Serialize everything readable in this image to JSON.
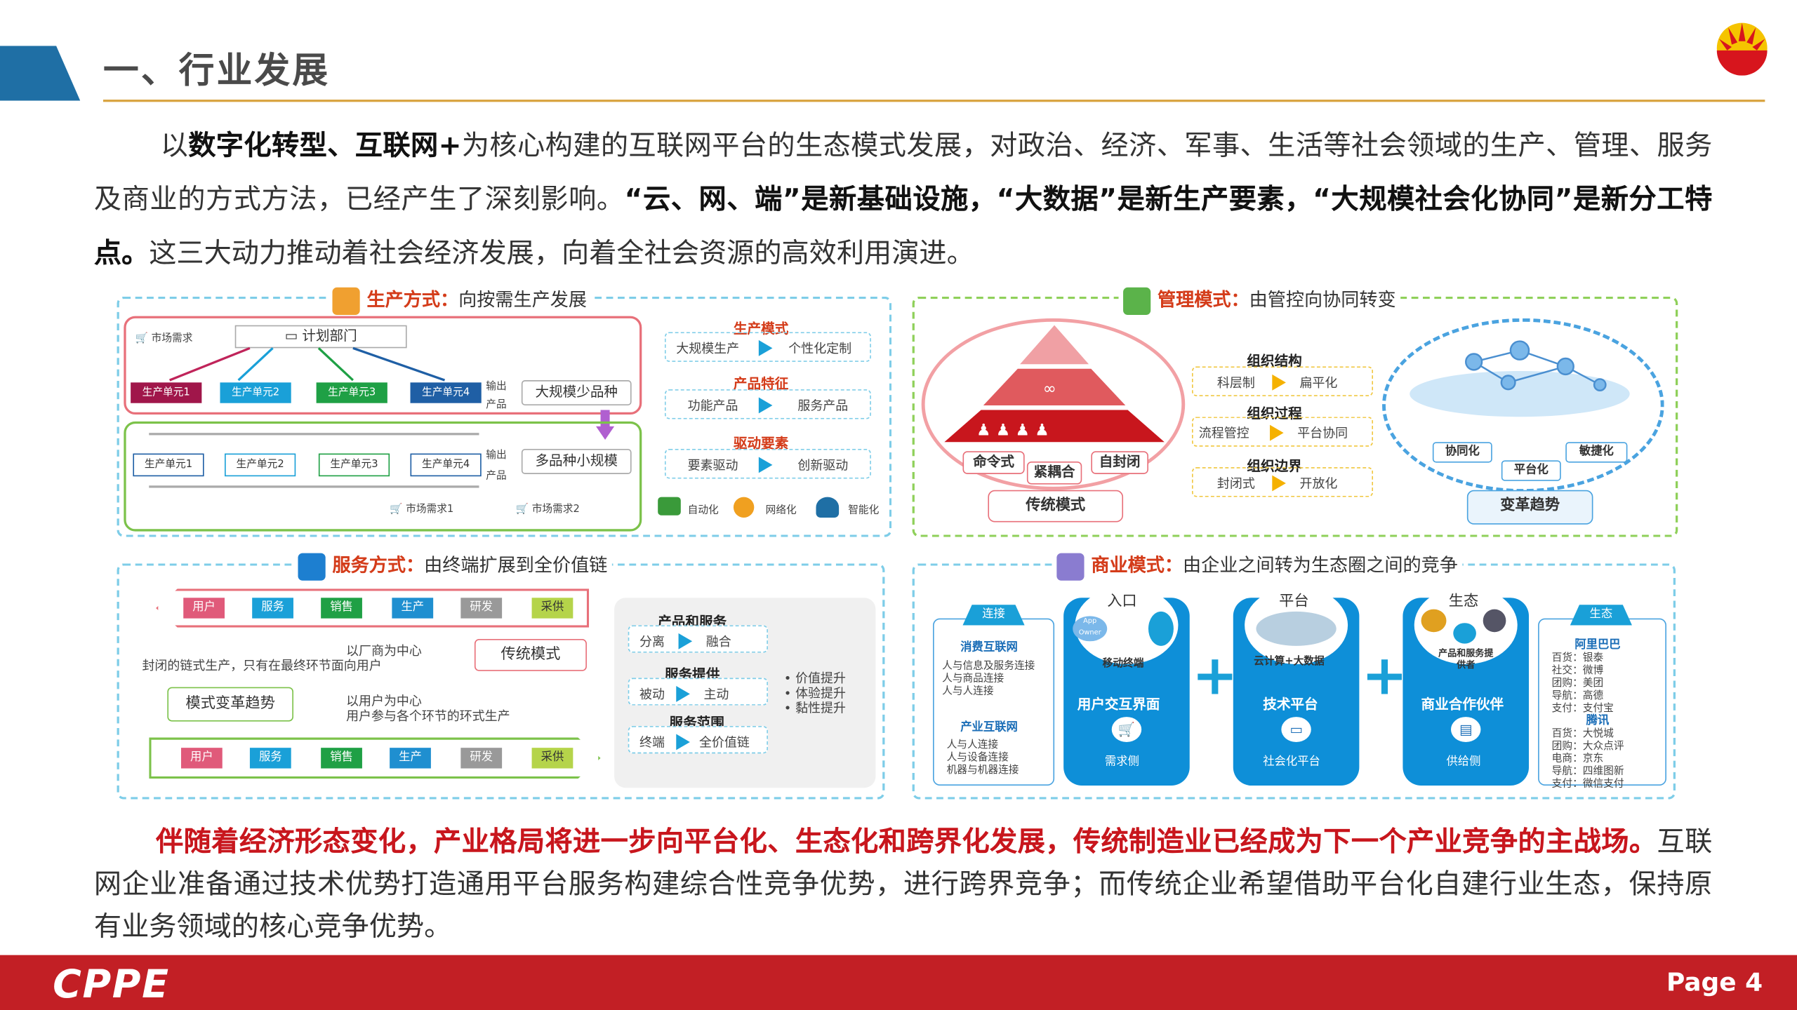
{
  "header": {
    "title": "一、行业发展"
  },
  "intro": {
    "t1": "以",
    "b1": "数字化转型、互联网+",
    "t2": "为核心构建的互联网平台的生态模式发展，对政治、经济、军事、生活等社会领域的生产、管理、服务及商业的方式方法，已经产生了深刻影响。",
    "b2": "“云、网、端”是新基础设施，“大数据”是新生产要素，“大规模社会化协同”是新分工特点。",
    "t3": "这三大动力推动着社会经济发展，向着全社会资源的高效利用演进。"
  },
  "production": {
    "title_bold": "生产方式：",
    "title_rest": "向按需生产发展",
    "market_demand": "市场需求",
    "planning_dept": "计划部门",
    "units": [
      "生产单元1",
      "生产单元2",
      "生产单元3",
      "生产单元4"
    ],
    "output": "输出",
    "product": "产品",
    "mass_small_variety": "大规模少品种",
    "multi_small_batch": "多品种小规模",
    "market_demand1": "市场需求1",
    "market_demand2": "市场需求2",
    "mode_label": "生产模式",
    "mode_from": "大规模生产",
    "mode_to": "个性化定制",
    "feature_label": "产品特征",
    "feature_from": "功能产品",
    "feature_to": "服务产品",
    "driver_label": "驱动要素",
    "driver_from": "要素驱动",
    "driver_to": "创新驱动",
    "auto": "自动化",
    "network": "网络化",
    "smart": "智能化"
  },
  "management": {
    "title_bold": "管理模式：",
    "title_rest": "由管控向协同转变",
    "command": "命令式",
    "tight": "紧耦合",
    "closed": "自封闭",
    "traditional": "传统模式",
    "org_structure": "组织结构",
    "org_from": "科层制",
    "org_to": "扁平化",
    "process": "组织过程",
    "process_from": "流程管控",
    "process_to": "平台协同",
    "boundary": "组织边界",
    "boundary_from": "封闭式",
    "boundary_to": "开放化",
    "collab": "协同化",
    "agile": "敏捷化",
    "platform": "平台化",
    "trend": "变革趋势"
  },
  "service": {
    "title_bold": "服务方式：",
    "title_rest": "由终端扩展到全价值链",
    "chain": [
      "用户",
      "服务",
      "销售",
      "生产",
      "研发",
      "采供"
    ],
    "factory_center": "以厂商为中心",
    "factory_desc": "封闭的链式生产，只有在最终环节面向用户",
    "traditional": "传统模式",
    "trend": "模式变革趋势",
    "user_center": "以用户为中心",
    "user_desc": "用户参与各个环节的环式生产",
    "products_services": "产品和服务",
    "ps_from": "分离",
    "ps_to": "融合",
    "provision": "服务提供",
    "prov_from": "被动",
    "prov_to": "主动",
    "scope": "服务范围",
    "scope_from": "终端",
    "scope_to": "全价值链",
    "benefits": [
      "• 价值提升",
      "• 体验提升",
      "• 黏性提升"
    ]
  },
  "business": {
    "title_bold": "商业模式：",
    "title_rest": "由企业之间转为生态圈之间的竞争",
    "connect": "连接",
    "consumer_internet": "消费互联网",
    "consumer_lines": [
      "人与信息及服务连接",
      "人与商品连接",
      "人与人连接"
    ],
    "industrial_internet": "产业互联网",
    "industrial_lines": [
      "人与人连接",
      "人与设备连接",
      "机器与机器连接"
    ],
    "entrance": "入口",
    "app_owner": "App Owner",
    "mobile": "移动终端",
    "ui": "用户交互界面",
    "demand_side": "需求侧",
    "platform": "平台",
    "cloud": "云计算+大数据",
    "tech_platform": "技术平台",
    "social_platform": "社会化平台",
    "eco": "生态",
    "provider": "产品和服务提供者",
    "partner": "商业合作伙伴",
    "supply_side": "供给侧",
    "plus": "+",
    "eco_tag": "生态",
    "alibaba": "阿里巴巴",
    "alibaba_lines": [
      "百货：银泰",
      "社交：微博",
      "团购：美团",
      "导航：高德",
      "支付：支付宝"
    ],
    "tencent": "腾讯",
    "tencent_lines": [
      "百货：大悦城",
      "团购：大众点评",
      "电商：京东",
      "导航：四维图新",
      "支付：微信支付"
    ]
  },
  "conclusion": {
    "red": "伴随着经济形态变化，产业格局将进一步向平台化、生态化和跨界化发展，传统制造业已经成为下一个产业竞争的主战场。",
    "rest": "互联网企业准备通过技术优势打造通用平台服务构建综合性竞争优势，进行跨界竞争；而传统企业希望借助平台化自建行业生态，保持原有业务领域的核心竞争优势。"
  },
  "footer": {
    "brand": "CPPE",
    "page": "Page 4"
  },
  "colors": {
    "brand_red": "#c21f25",
    "accent_blue": "#1f6fa5",
    "gold_line": "#d9a441",
    "title_red": "#d43c1a"
  }
}
